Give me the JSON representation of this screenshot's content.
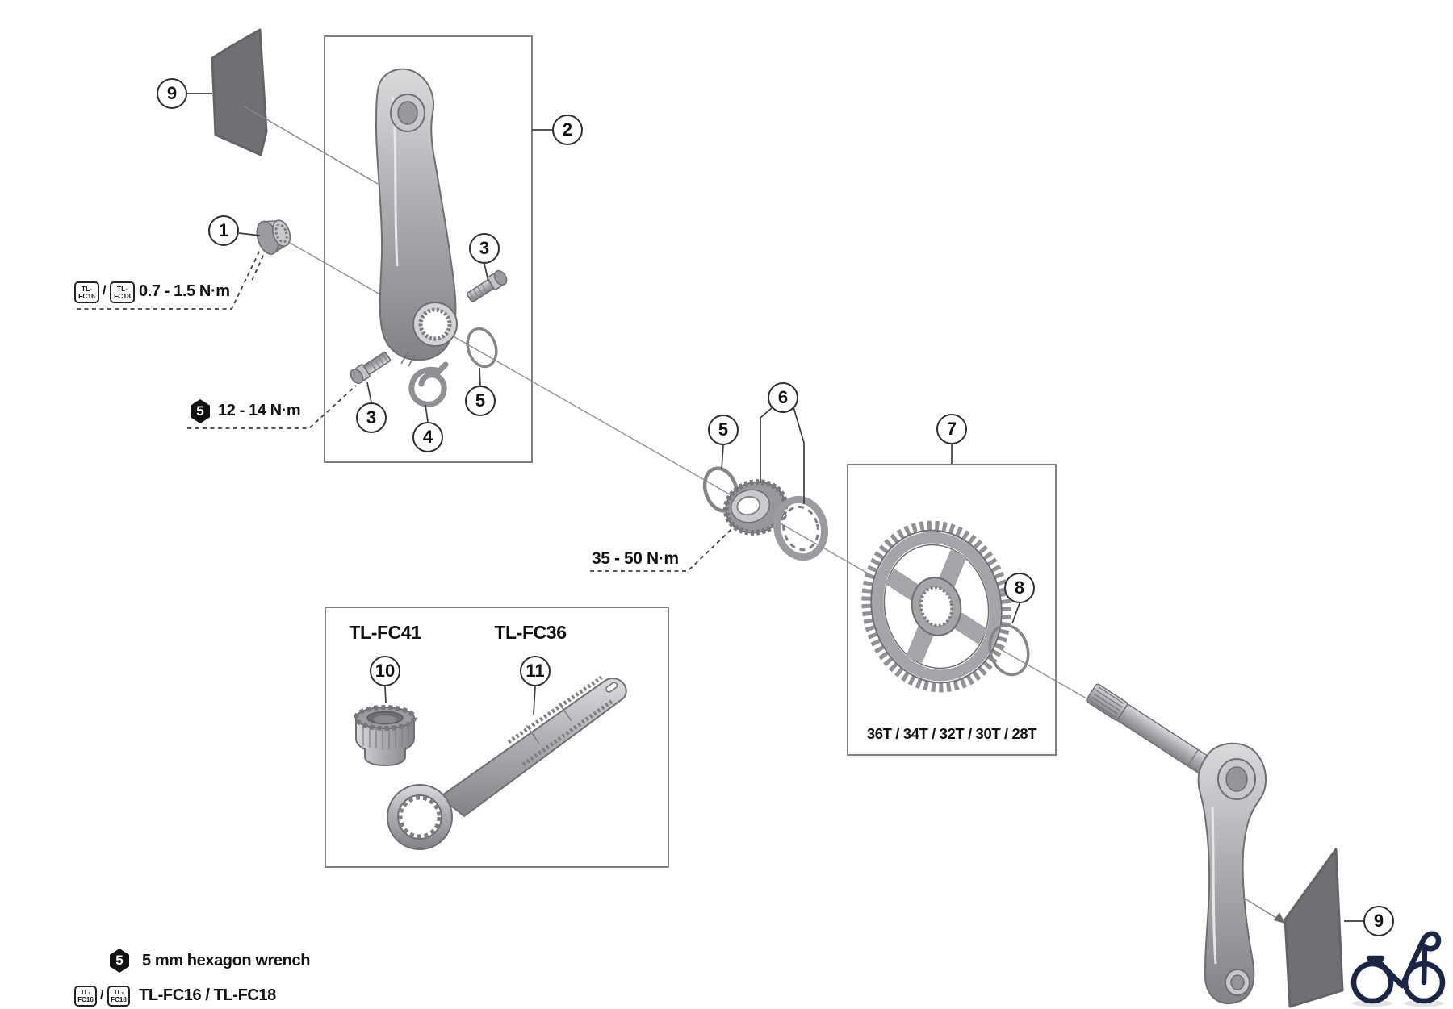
{
  "callouts": [
    "9",
    "1",
    "2",
    "3",
    "3",
    "4",
    "5",
    "5",
    "6",
    "7",
    "8",
    "9",
    "10",
    "11"
  ],
  "labels": {
    "torque_cap": "0.7 - 1.5 N·m",
    "torque_pinch_bolt": "12 - 14 N·m",
    "torque_lockring": "35 - 50 N·m",
    "hex_key_badge": "5",
    "chainring_teeth_options": "36T / 34T / 32T / 30T / 28T",
    "tool_lockring": "TL-FC41",
    "tool_wrench": "TL-FC36",
    "legend_hex_text": "5 mm hexagon wrench",
    "legend_tool_text": "TL-FC16 / TL-FC18",
    "chip_slash": "/"
  },
  "chips": {
    "fc16": {
      "line1": "TL-",
      "line2": "FC16"
    },
    "fc18": {
      "line1": "TL-",
      "line2": "FC18"
    }
  },
  "colors": {
    "line_art": "#6e6f72",
    "metal_light": "#d9dadc",
    "metal_mid": "#aeafb2",
    "metal_dark": "#828386",
    "sheet_dark": "#6f7073",
    "dashed_leader": "#3f3f3f",
    "text": "#111111",
    "bike_logo_navy": "#1b2546"
  }
}
